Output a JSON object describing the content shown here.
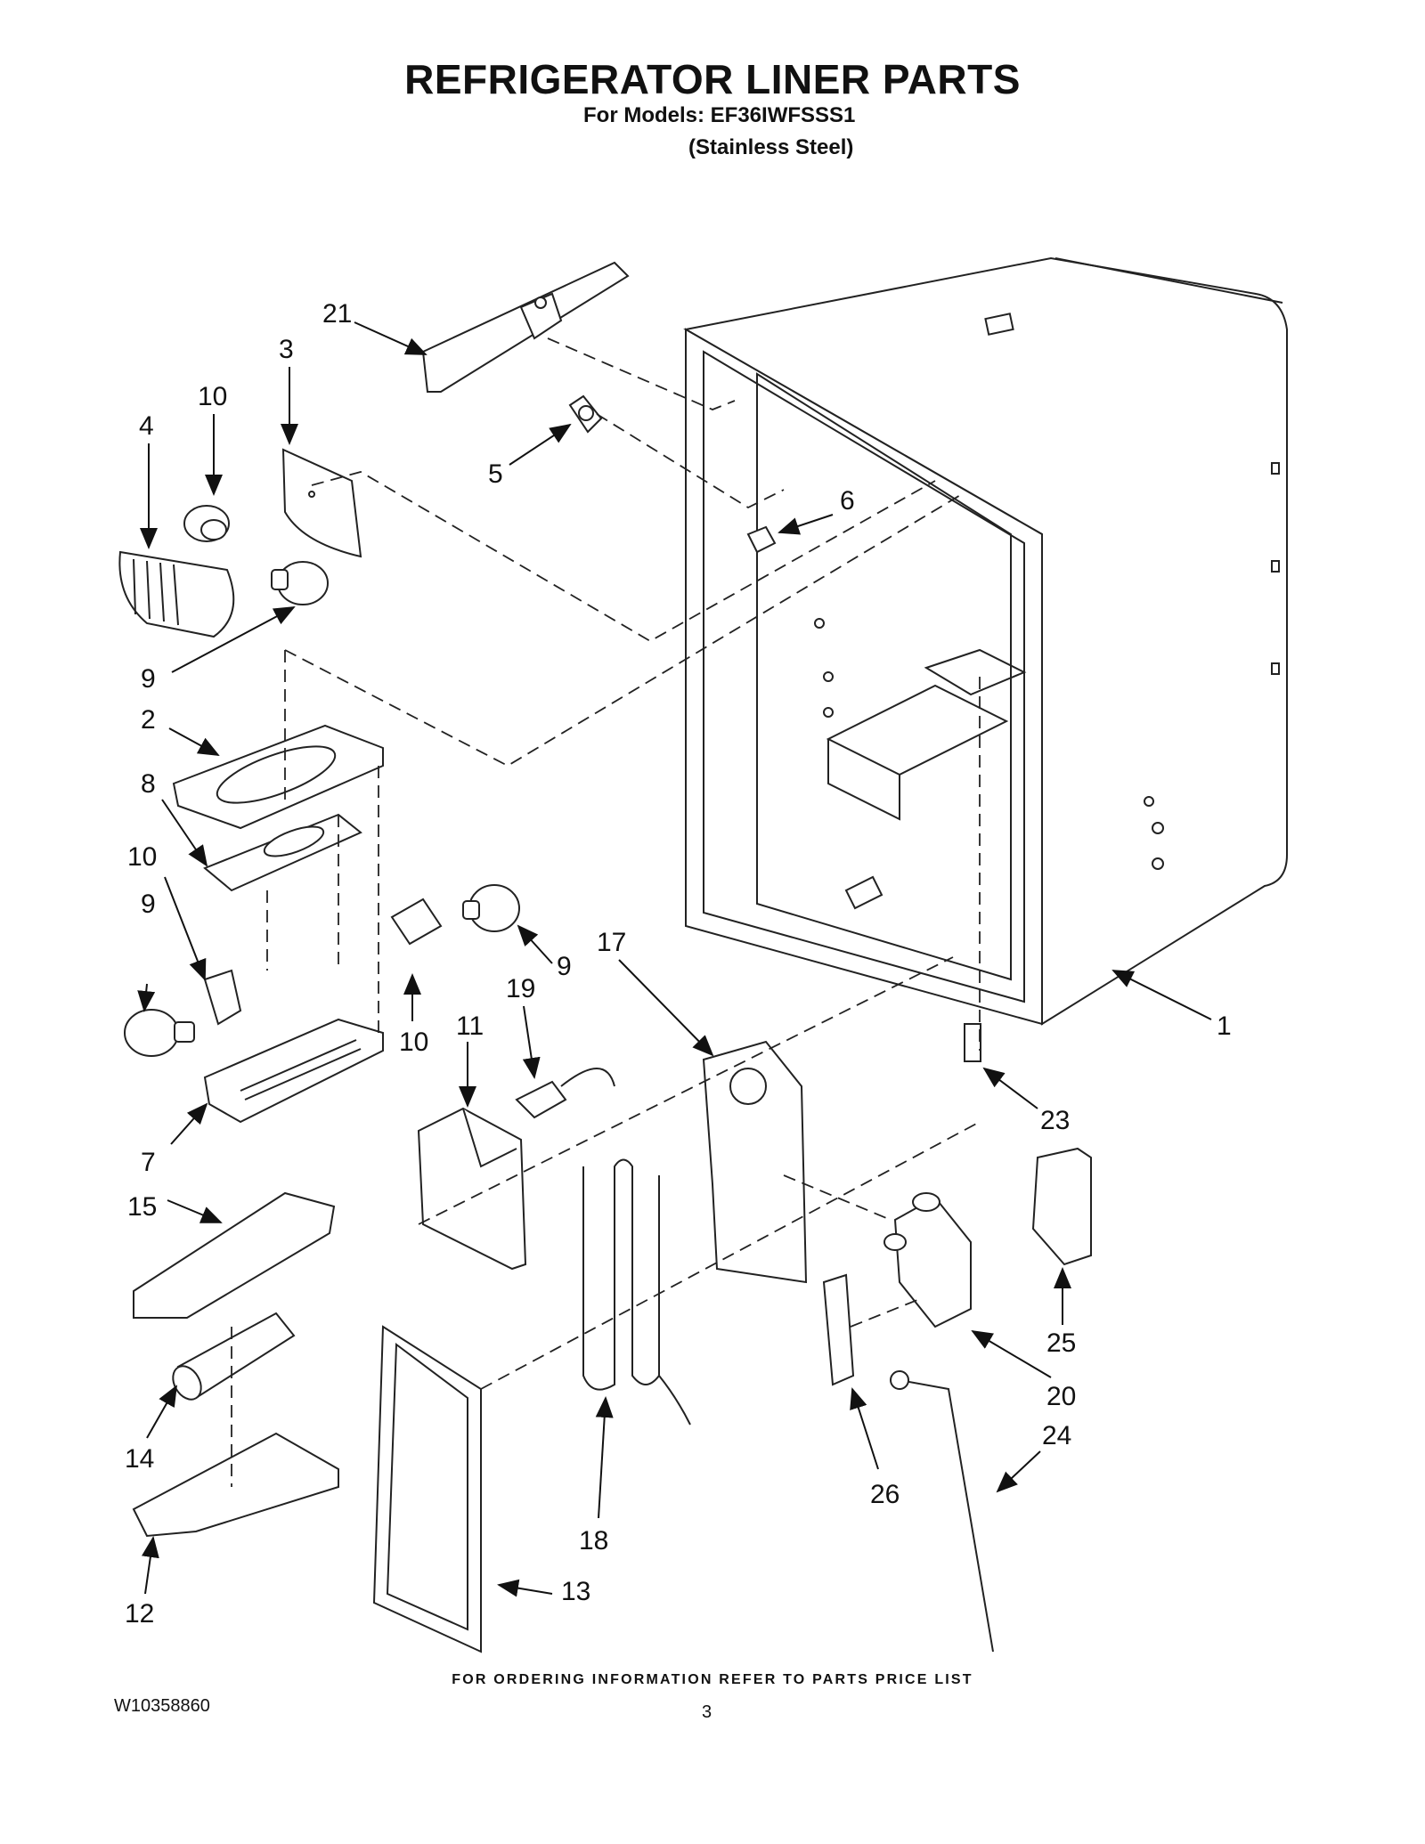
{
  "header": {
    "title": "REFRIGERATOR LINER PARTS",
    "models": "For Models: EF36IWFSSS1",
    "variant": "(Stainless Steel)"
  },
  "callouts": [
    "21",
    "3",
    "10",
    "4",
    "5",
    "6",
    "9",
    "2",
    "8",
    "10",
    "9",
    "9",
    "17",
    "10",
    "19",
    "11",
    "1",
    "23",
    "7",
    "15",
    "25",
    "20",
    "24",
    "14",
    "26",
    "18",
    "13",
    "12"
  ],
  "footer": {
    "note": "FOR ORDERING INFORMATION REFER TO PARTS PRICE LIST",
    "doc_number": "W10358860",
    "page": "3"
  }
}
